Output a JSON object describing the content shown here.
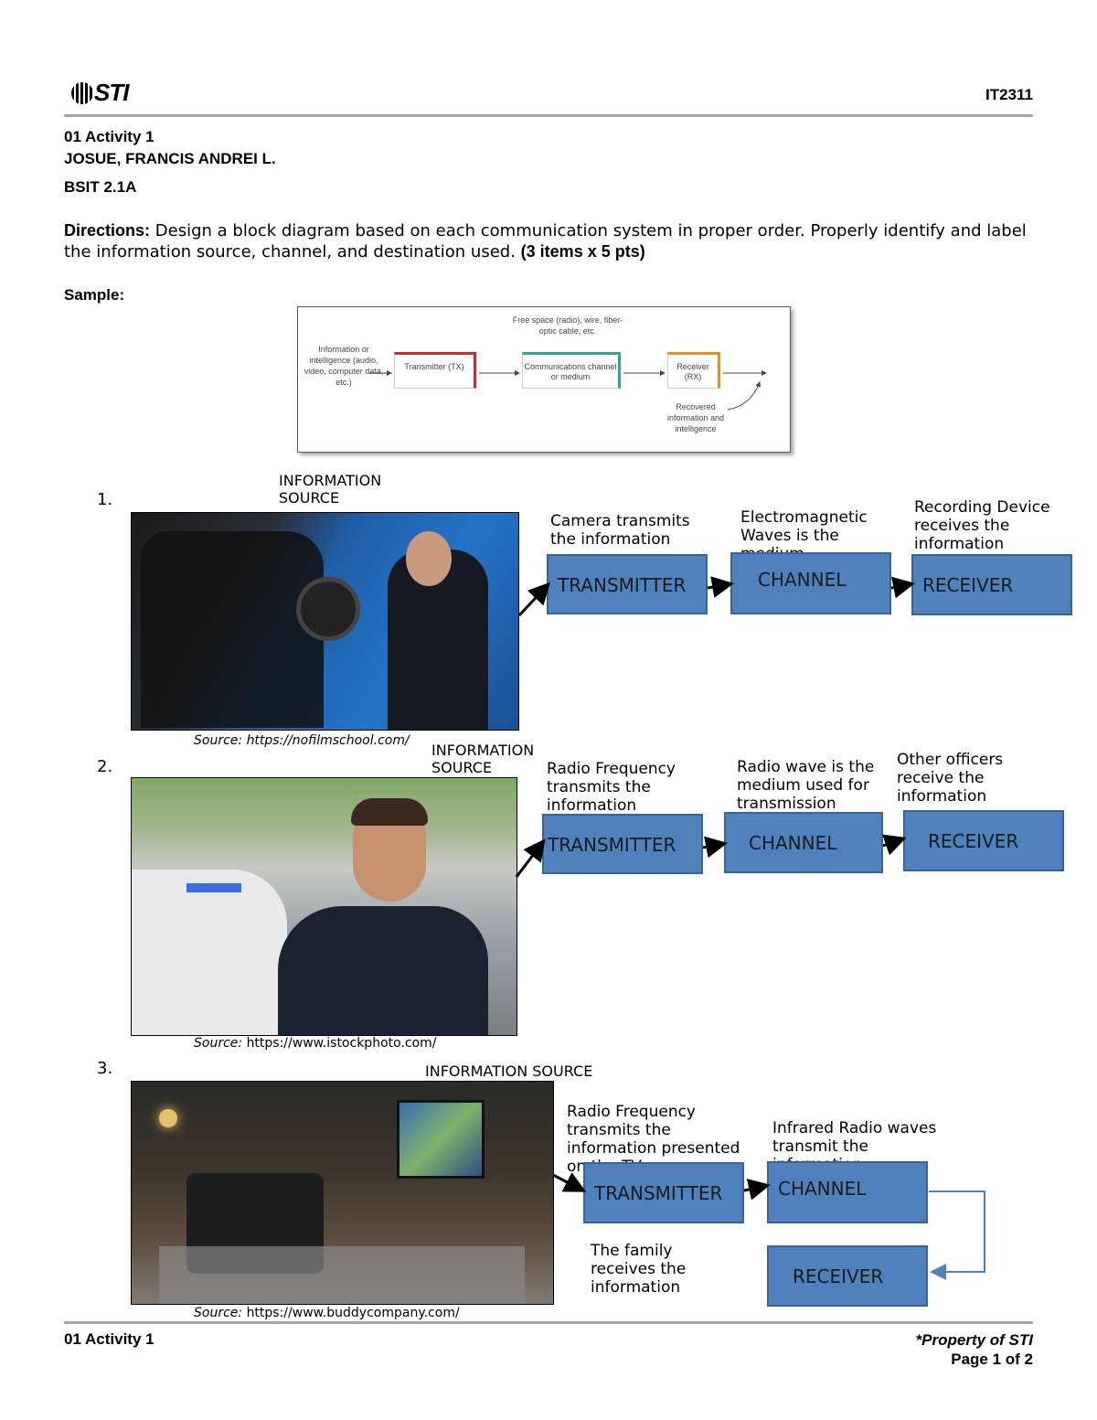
{
  "header": {
    "logo": "STI",
    "course_code": "IT2311"
  },
  "activity": {
    "title": "01 Activity 1",
    "student": "JOSUE, FRANCIS ANDREI L.",
    "section": "BSIT 2.1A"
  },
  "directions": {
    "label": "Directions:",
    "text": "Design a block diagram based on each communication system in proper order. Properly identify and label the information source, channel, and destination used.",
    "points": "(3 items x 5 pts)"
  },
  "sample": {
    "label": "Sample:",
    "medium_note": "Free space (radio), wire, fiber-optic cable, etc.",
    "input_note": "Information or intelligence (audio, video, computer data, etc.)",
    "transmitter": "Transmitter (TX)",
    "channel": "Communications channel or medium",
    "receiver": "Receiver (RX)",
    "output_note": "Recovered information and intelligence",
    "colors": {
      "transmitter": "#d9242e",
      "channel": "#2ea39a",
      "receiver": "#f08a1c"
    }
  },
  "items": [
    {
      "number": "1.",
      "info_source_label": "INFORMATION SOURCE",
      "source_prefix": "Source:",
      "source_url": "https://nofilmschool.com/",
      "transmitter_note": "Camera transmits the information",
      "channel_note": "Electromagnetic Waves is the medium",
      "receiver_note": "Recording Device receives the information",
      "transmitter": "TRANSMITTER",
      "channel": "CHANNEL",
      "receiver": "RECEIVER"
    },
    {
      "number": "2.",
      "info_source_label": "INFORMATION SOURCE",
      "source_prefix": "Source:",
      "source_url": "https://www.istockphoto.com/",
      "transmitter_note": "Radio Frequency transmits the information",
      "channel_note": "Radio wave is the medium used for transmission",
      "receiver_note": "Other officers receive the information",
      "transmitter": "TRANSMITTER",
      "channel": "CHANNEL",
      "receiver": "RECEIVER"
    },
    {
      "number": "3.",
      "info_source_label": "INFORMATION SOURCE",
      "source_prefix": "Source:",
      "source_url": "https://www.buddycompany.com/",
      "transmitter_note": "Radio Frequency transmits the information presented on the TV",
      "channel_note": "Infrared Radio waves transmit the information",
      "receiver_note": "The family receives the information",
      "transmitter": "TRANSMITTER",
      "channel": "CHANNEL",
      "receiver": "RECEIVER"
    }
  ],
  "footer": {
    "left": "01 Activity 1",
    "property": "*Property of STI",
    "page": "Page 1 of 2"
  },
  "block_color": "#4f81bd"
}
